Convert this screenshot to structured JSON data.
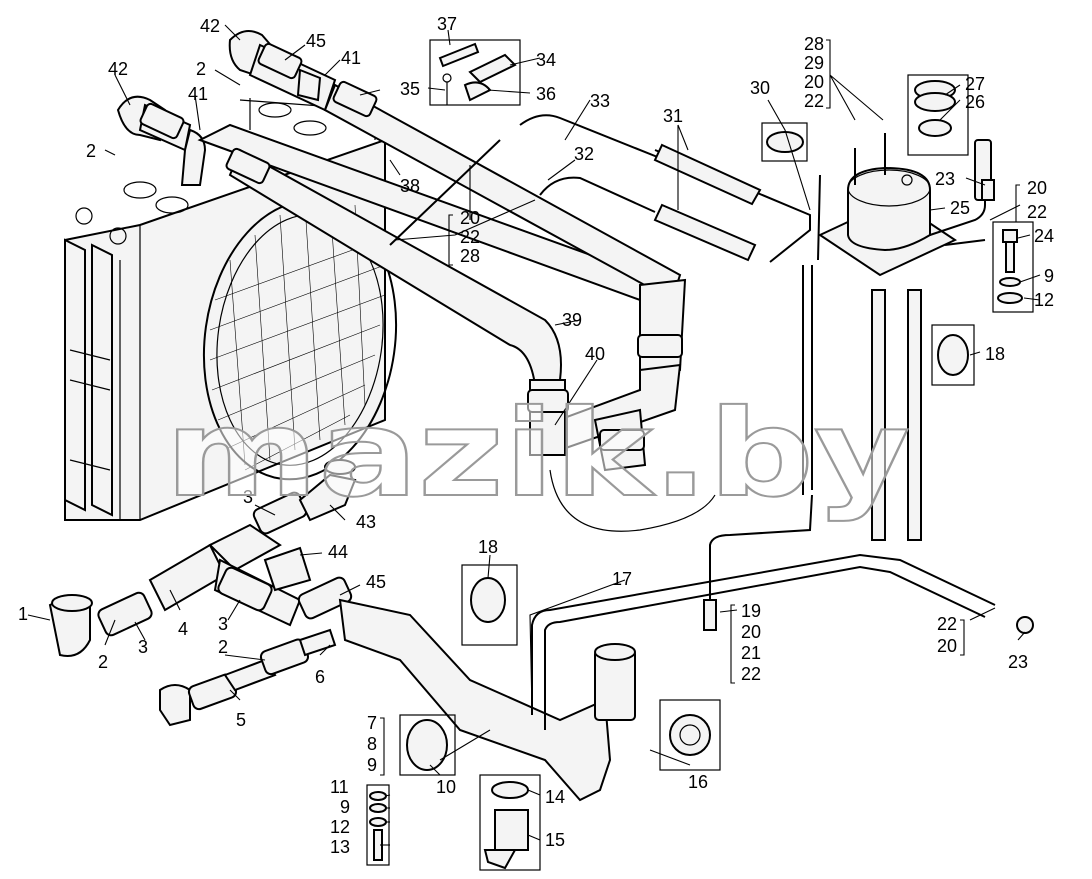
{
  "callouts": [
    "1",
    "2",
    "3",
    "4",
    "5",
    "6",
    "7",
    "8",
    "9",
    "10",
    "11",
    "12",
    "13",
    "14",
    "15",
    "16",
    "17",
    "18",
    "19",
    "20",
    "21",
    "22",
    "23",
    "24",
    "25",
    "26",
    "27",
    "28",
    "29",
    "30",
    "31",
    "32",
    "33",
    "34",
    "35",
    "36",
    "37",
    "38",
    "39",
    "40",
    "41",
    "42",
    "43",
    "44",
    "45"
  ],
  "watermark": "mazik.by"
}
